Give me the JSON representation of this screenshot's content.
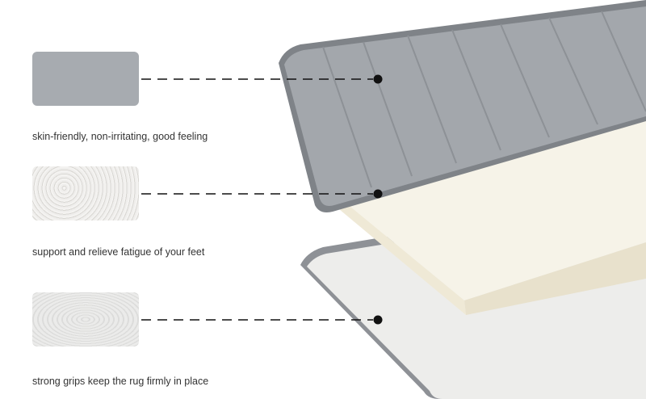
{
  "layers": [
    {
      "caption": "skin-friendly, non-irritating, good feeling",
      "swatch_color": "#a7abb0"
    },
    {
      "caption": "support and relieve fatigue of your feet",
      "swatch_color": "#f2f0ea"
    },
    {
      "caption": "strong grips keep the rug firmly in place",
      "swatch_color": "#e6e6e5"
    }
  ]
}
